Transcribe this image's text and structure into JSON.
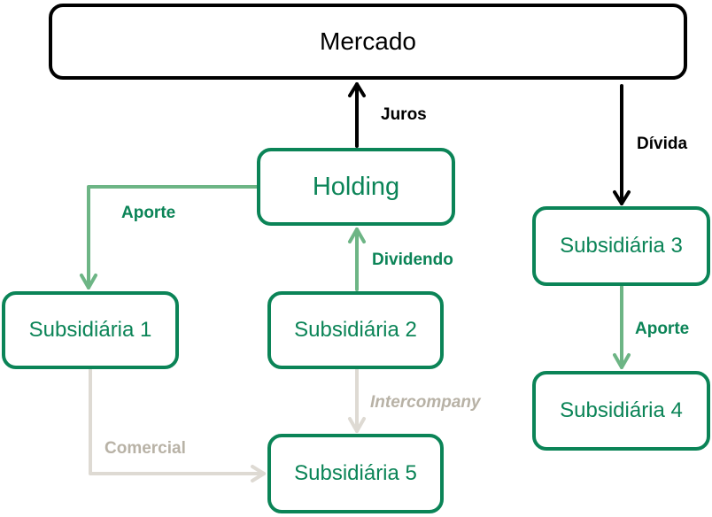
{
  "diagram": {
    "nodes": {
      "mercado": "Mercado",
      "holding": "Holding",
      "sub1": "Subsidiária 1",
      "sub2": "Subsidiária 2",
      "sub3": "Subsidiária 3",
      "sub4": "Subsidiária 4",
      "sub5": "Subsidiária 5"
    },
    "edges": {
      "juros": {
        "label": "Juros",
        "from": "Holding",
        "to": "Mercado"
      },
      "divida": {
        "label": "Dívida",
        "from": "Mercado",
        "to": "Subsidiária 3"
      },
      "aporte1": {
        "label": "Aporte",
        "from": "Holding",
        "to": "Subsidiária 1"
      },
      "dividendo": {
        "label": "Dividendo",
        "from": "Subsidiária 2",
        "to": "Holding"
      },
      "aporte2": {
        "label": "Aporte",
        "from": "Subsidiária 3",
        "to": "Subsidiária 4"
      },
      "intercompany": {
        "label": "Intercompany",
        "from": "Subsidiária 2",
        "to": "Subsidiária 5"
      },
      "comercial": {
        "label": "Comercial",
        "from": "Subsidiária 1",
        "to": "Subsidiária 5"
      }
    },
    "colors": {
      "black": "#000000",
      "green": "#0b8457",
      "light_green": "#6db585",
      "grey": "#dedad3",
      "grey_text": "#b8b2a6"
    }
  }
}
